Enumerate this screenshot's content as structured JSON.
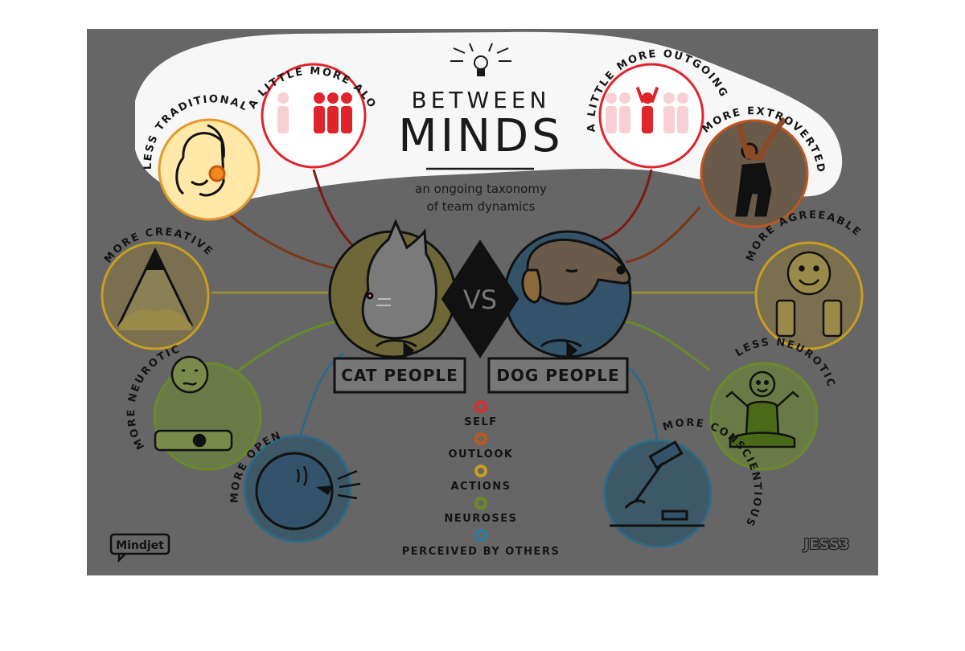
{
  "title": {
    "top": "BETWEEN",
    "main": "MINDS",
    "subtitle_line1": "an ongoing taxonomy",
    "subtitle_line2": "of team dynamics"
  },
  "center": {
    "vs": "VS",
    "cat_box": "CAT PEOPLE",
    "dog_box": "DOG PEOPLE"
  },
  "left_traits": [
    {
      "label": "LESS TRADITIONAL",
      "category": "outlook"
    },
    {
      "label": "A LITTLE MORE ALOOF",
      "category": "self"
    },
    {
      "label": "MORE CREATIVE",
      "category": "actions"
    },
    {
      "label": "MORE NEUROTIC",
      "category": "neuroses"
    },
    {
      "label": "MORE OPEN",
      "category": "perceived"
    }
  ],
  "right_traits": [
    {
      "label": "A LITTLE MORE OUTGOING",
      "category": "self"
    },
    {
      "label": "MORE EXTROVERTED",
      "category": "outlook"
    },
    {
      "label": "MORE AGREEABLE",
      "category": "actions"
    },
    {
      "label": "LESS NEUROTIC",
      "category": "neuroses"
    },
    {
      "label": "MORE CONSCIENTIOUS",
      "category": "perceived"
    }
  ],
  "legend": [
    {
      "label": "SELF",
      "color": "#d63030"
    },
    {
      "label": "OUTLOOK",
      "color": "#c0561f"
    },
    {
      "label": "ACTIONS",
      "color": "#c8a020"
    },
    {
      "label": "NEUROSES",
      "color": "#6e8a1e"
    },
    {
      "label": "PERCEIVED BY OTHERS",
      "color": "#2f7c9c"
    }
  ],
  "logos": {
    "left": "Mindjet",
    "right": "JESS3"
  },
  "colors": {
    "background": "#666666",
    "self": "#e0242b",
    "outlook": "#8a4a26",
    "actions": "#9a8a3a",
    "neuroses": "#6a8a2a",
    "perceived": "#2f6a86",
    "highlight": "#ffffff"
  }
}
